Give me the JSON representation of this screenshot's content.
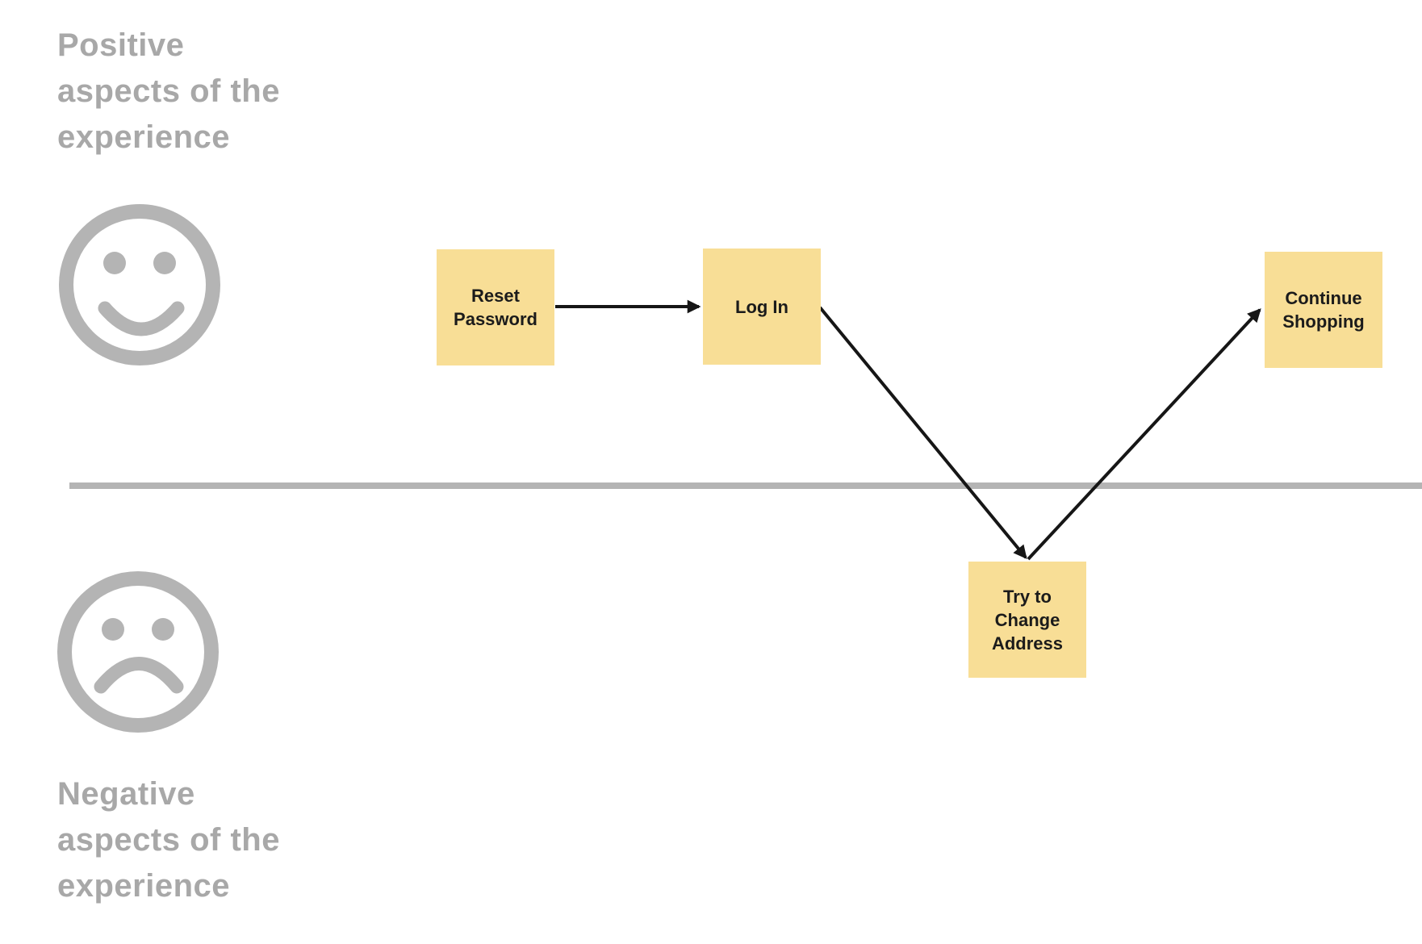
{
  "canvas": {
    "title": "Emotion journey map",
    "background": "#ffffff"
  },
  "colors": {
    "sticky_note_yellow": "#f8de96",
    "note_text": "#1b1b1b",
    "section_label_gray": "#a8a8a8",
    "icon_gray": "#b4b4b4",
    "divider_gray": "#b4b4b4",
    "connector_black": "#161616"
  },
  "sections": {
    "positive": {
      "label": "Positive\naspects of the\nexperience",
      "icon": "smiley-face"
    },
    "negative": {
      "label": "Negative\naspects of the\nexperience",
      "icon": "frowny-face"
    }
  },
  "divider": {
    "orientation": "horizontal"
  },
  "notes": [
    {
      "id": "reset-password",
      "label": "Reset\nPassword",
      "zone": "positive"
    },
    {
      "id": "log-in",
      "label": "Log In",
      "zone": "positive"
    },
    {
      "id": "try-to-change-address",
      "label": "Try to\nChange\nAddress",
      "zone": "negative"
    },
    {
      "id": "continue-shopping",
      "label": "Continue\nShopping",
      "zone": "positive"
    }
  ],
  "connectors": [
    {
      "from": "reset-password",
      "to": "log-in"
    },
    {
      "from": "log-in",
      "to": "try-to-change-address"
    },
    {
      "from": "try-to-change-address",
      "to": "continue-shopping"
    }
  ]
}
